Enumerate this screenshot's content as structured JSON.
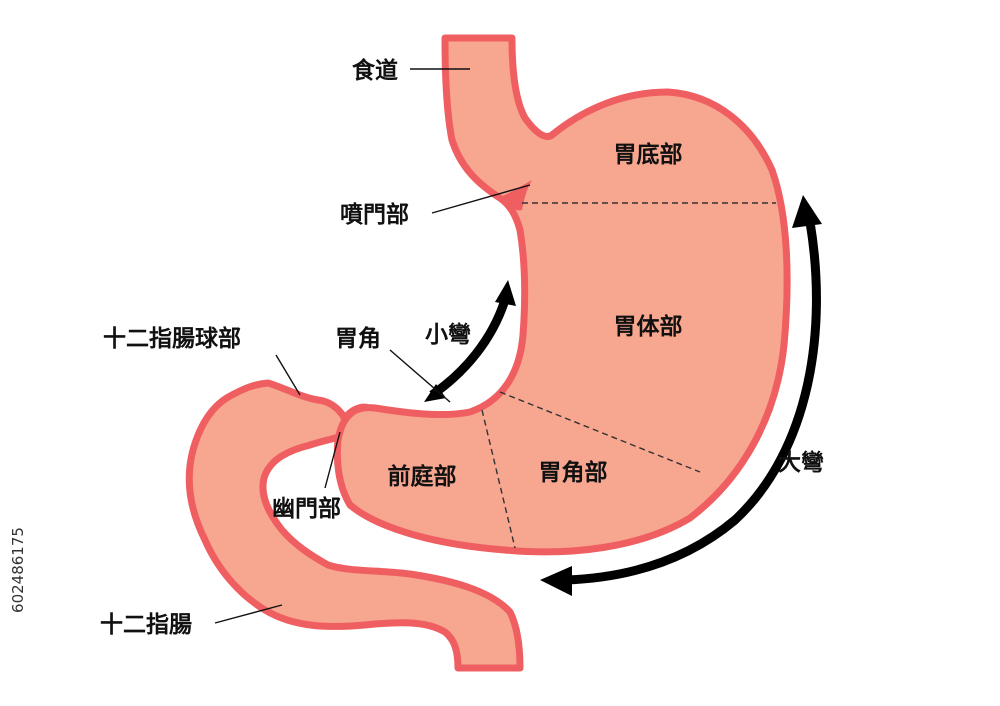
{
  "colors": {
    "organ_fill": "#f7a68f",
    "organ_outline": "#ef5f62",
    "arrow": "#000000",
    "text": "#111111"
  },
  "labels": {
    "esophagus": "食道",
    "cardia": "噴門部",
    "fundus": "胃底部",
    "body": "胃体部",
    "angulus": "胃角",
    "lesser_curvature": "小彎",
    "duodenal_bulb": "十二指腸球部",
    "pylorus": "幽門部",
    "antrum": "前庭部",
    "angular_region": "胃角部",
    "greater_curvature": "大彎",
    "duodenum": "十二指腸"
  },
  "watermark_id": "602486175"
}
